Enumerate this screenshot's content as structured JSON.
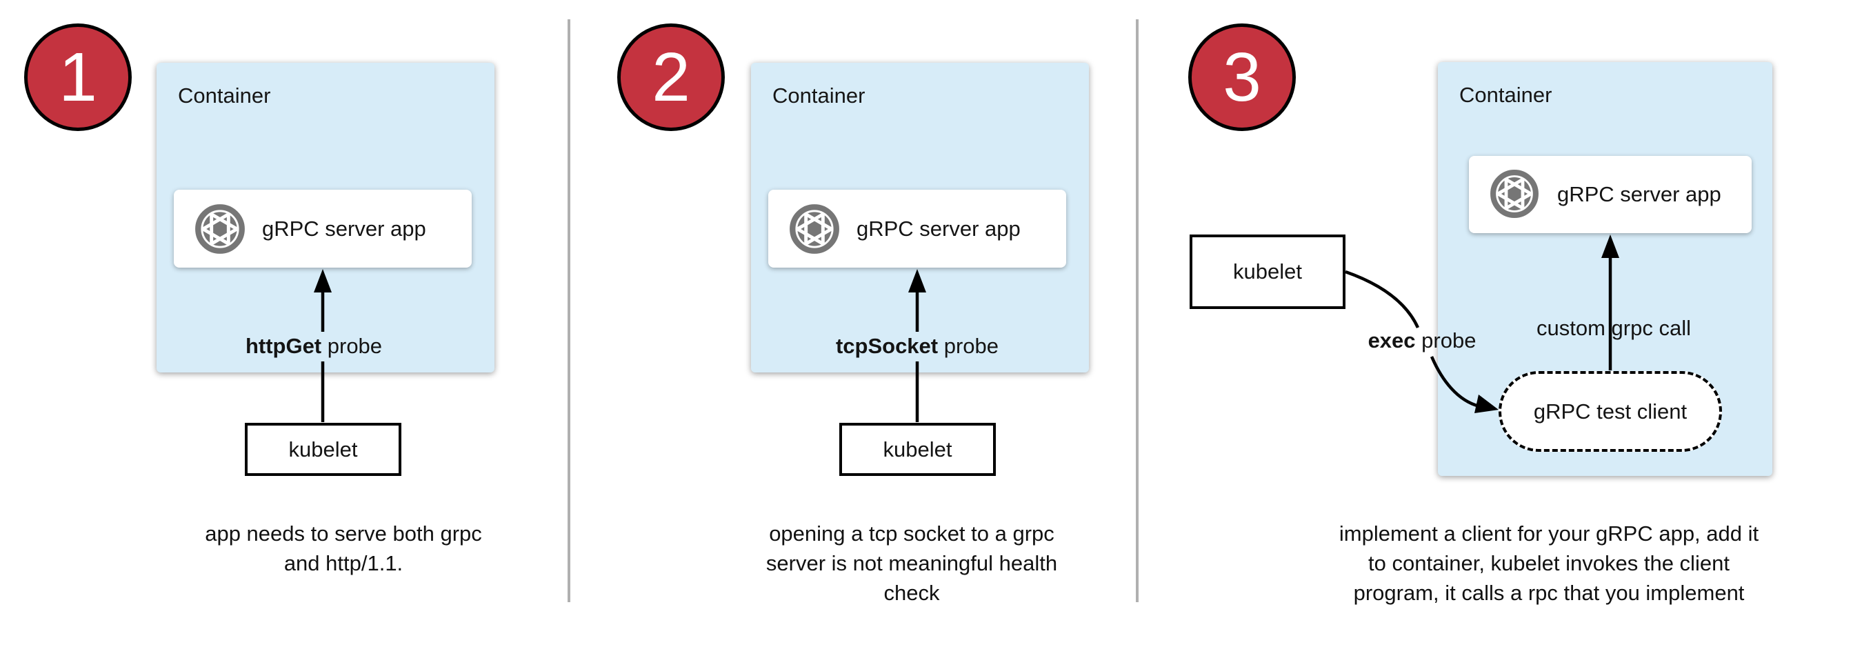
{
  "colors": {
    "background": "#ffffff",
    "container_fill": "#d7ecf8",
    "badge_fill": "#c4333f",
    "badge_number_color": "#ffffff",
    "icon_gray": "#767676",
    "separator_gray": "#b0b0b0",
    "line_black": "#000000"
  },
  "icons": {
    "app_box_icon": "aperture-icon"
  },
  "panels": [
    {
      "badge": "1",
      "container_label": "Container",
      "app_label": "gRPC server app",
      "probe_bold": "httpGet",
      "probe_rest": " probe",
      "kubelet_label": "kubelet",
      "caption_lines": [
        "app needs to serve both grpc",
        "and http/1.1."
      ]
    },
    {
      "badge": "2",
      "container_label": "Container",
      "app_label": "gRPC server app",
      "probe_bold": "tcpSocket",
      "probe_rest": " probe",
      "kubelet_label": "kubelet",
      "caption_lines": [
        "opening a tcp socket to a grpc",
        "server is not meaningful health",
        "check"
      ]
    },
    {
      "badge": "3",
      "container_label": "Container",
      "app_label": "gRPC server app",
      "kubelet_label": "kubelet",
      "exec_bold": "exec",
      "exec_rest": " probe",
      "custom_call_label": "custom grpc call",
      "test_client_label": "gRPC test client",
      "caption_lines": [
        "implement a client for your gRPC app, add it",
        "to container, kubelet invokes the client",
        "program, it calls a rpc that you implement"
      ]
    }
  ]
}
